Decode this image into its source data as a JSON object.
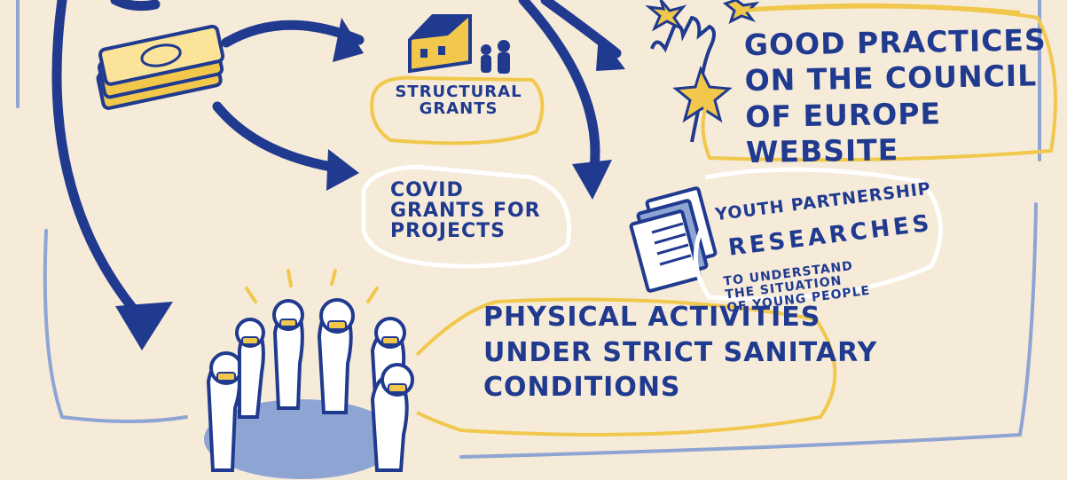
{
  "colors": {
    "background": "#f6ead9",
    "ink_blue": "#1f3a8f",
    "pale_blue": "#8ea5d3",
    "yellow": "#f1c84b",
    "white": "#ffffff"
  },
  "nodes": {
    "good_practices": "Good Practices\non the Council\nof Europe Website",
    "structural_grants": "Structural\nGrants",
    "covid_grants": "Covid\nGrants for\nProjects",
    "youth_line1": "Youth Partnership",
    "youth_line2": "Researches",
    "youth_line3": "to understand\nthe situation\nof young people",
    "physical_activities": "Physical Activities\nunder strict Sanitary\nConditions"
  },
  "icons": [
    "money-stack-icon",
    "house-icon",
    "people-icon",
    "hand-stars-icon",
    "documents-icon",
    "masked-people-group-icon"
  ]
}
